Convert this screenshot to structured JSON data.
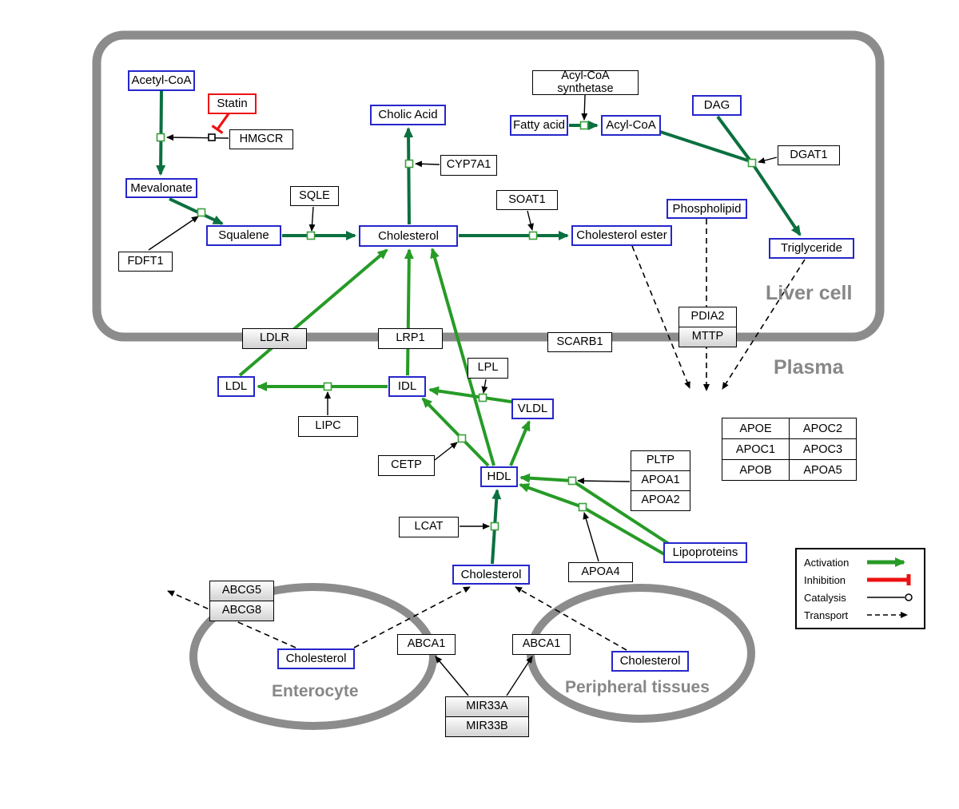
{
  "compartments": {
    "liver_cell": "Liver cell",
    "plasma": "Plasma",
    "enterocyte": "Enterocyte",
    "peripheral_tissues": "Peripheral tissues"
  },
  "nodes": {
    "acetyl_coa": "Acetyl-CoA",
    "statin": "Statin",
    "hmgcr": "HMGCR",
    "mevalonate": "Mevalonate",
    "fdft1": "FDFT1",
    "squalene": "Squalene",
    "sqle": "SQLE",
    "cholic_acid": "Cholic Acid",
    "cyp7a1": "CYP7A1",
    "cholesterol_liver": "Cholesterol",
    "soat1": "SOAT1",
    "cholesterol_ester": "Cholesterol ester",
    "acyl_coa_synthetase": "Acyl-CoA synthetase",
    "fatty_acid": "Fatty acid",
    "acyl_coa": "Acyl-CoA",
    "dag": "DAG",
    "dgat1": "DGAT1",
    "phospholipid": "Phospholipid",
    "triglyceride": "Triglyceride",
    "ldlr": "LDLR",
    "lrp1": "LRP1",
    "scarb1": "SCARB1",
    "pdia2": "PDIA2",
    "mttp": "MTTP",
    "ldl": "LDL",
    "idl": "IDL",
    "lipc": "LIPC",
    "lpl": "LPL",
    "vldl": "VLDL",
    "cetp": "CETP",
    "hdl": "HDL",
    "pltp": "PLTP",
    "apoa1": "APOA1",
    "apoa2": "APOA2",
    "lcat": "LCAT",
    "apoa4": "APOA4",
    "lipoproteins": "Lipoproteins",
    "cholesterol_plasma": "Cholesterol",
    "abcg5": "ABCG5",
    "abcg8": "ABCG8",
    "cholesterol_enterocyte": "Cholesterol",
    "abca1_left": "ABCA1",
    "abca1_right": "ABCA1",
    "mir33a": "MIR33A",
    "mir33b": "MIR33B",
    "cholesterol_peripheral": "Cholesterol"
  },
  "apo_table": [
    [
      "APOE",
      "APOC2"
    ],
    [
      "APOC1",
      "APOC3"
    ],
    [
      "APOB",
      "APOA5"
    ]
  ],
  "legend": [
    "Activation",
    "Inhibition",
    "Catalysis",
    "Transport"
  ],
  "colors": {
    "metabolite_border": "#2626cc",
    "inhibition_red": "#ee1111",
    "activation_green": "#269b26",
    "conversion_green": "#0b7040",
    "compartment_gray": "#8c8c8c"
  }
}
